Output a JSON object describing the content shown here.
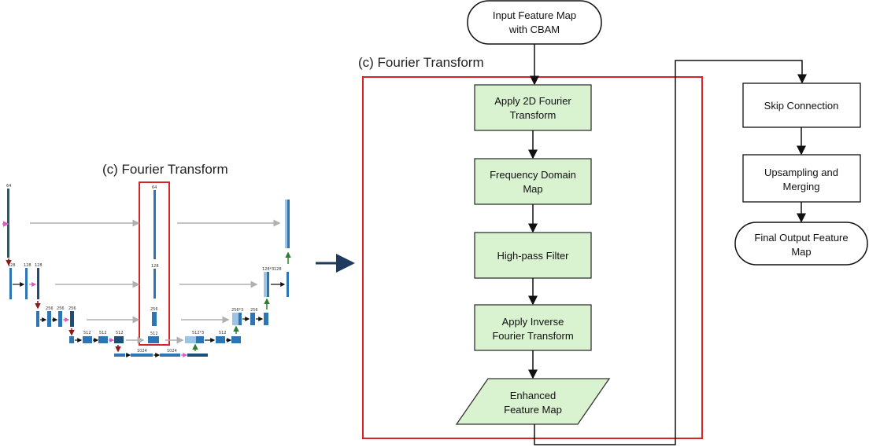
{
  "left_panel": {
    "title": "(c) Fourier Transform",
    "level_labels": {
      "l1_enc": "64",
      "l1_mid": "64",
      "l2_enc": [
        "128",
        "128",
        "128"
      ],
      "l2_mid": "128",
      "l2_dec": [
        "128*3",
        "128"
      ],
      "l3_enc": [
        "256",
        "256",
        "256"
      ],
      "l3_mid": "256",
      "l3_dec": [
        "256*3",
        "256"
      ],
      "l4_enc": [
        "512",
        "512",
        "512"
      ],
      "l4_mid": "512",
      "l4_dec": [
        "512*3",
        "512"
      ],
      "bottom": [
        "1024",
        "1024"
      ]
    }
  },
  "flowchart": {
    "title": "(c) Fourier Transform",
    "input": [
      "Input Feature Map",
      "with CBAM"
    ],
    "steps": [
      [
        "Apply 2D Fourier",
        "Transform"
      ],
      [
        "Frequency Domain",
        "Map"
      ],
      [
        "High-pass Filter"
      ],
      [
        "Apply Inverse",
        "Fourier Transform"
      ]
    ],
    "output_parallelogram": [
      "Enhanced",
      "Feature Map"
    ],
    "right_steps": [
      [
        "Skip Connection"
      ],
      [
        "Upsampling and",
        "Merging"
      ]
    ],
    "final": [
      "Final Output Feature",
      "Map"
    ]
  },
  "colors": {
    "frame_red": "#d42424",
    "green_fill": "#d9f2d0",
    "green_stroke": "#333333",
    "blue_dark": "#1f4e79",
    "blue_mid": "#2e75b6",
    "blue_light": "#9dc3e6",
    "teal": "#1f5f6b",
    "gray_arrow": "#b0b0b0",
    "red_arrow": "#8b1a1a",
    "green_arrow": "#2e7d32",
    "pink_arrow": "#d45fbf"
  }
}
